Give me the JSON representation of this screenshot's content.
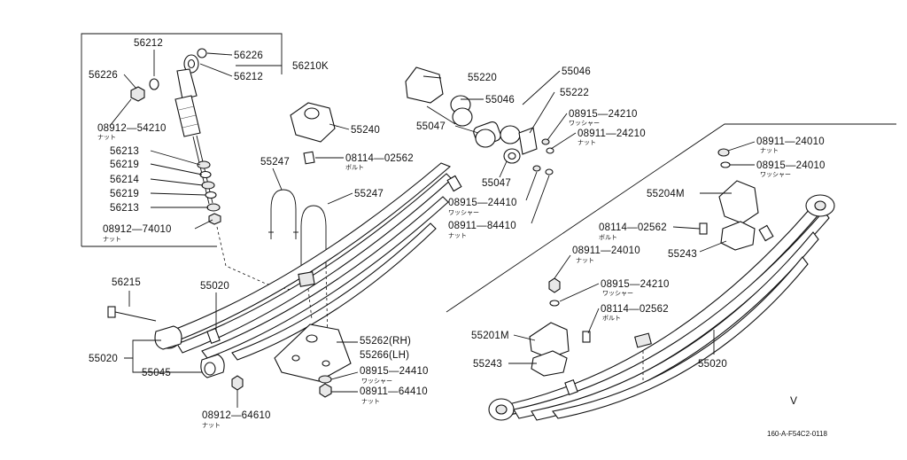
{
  "labels": {
    "c56212": "56212",
    "c56226a": "56226",
    "c56226b": "56226",
    "c56212b": "56212",
    "c56210k": "56210K",
    "c54210": "08912—54210",
    "c54210_sub": "ナット",
    "c56213a": "56213",
    "c56219a": "56219",
    "c56214": "56214",
    "c56219b": "56219",
    "c56213b": "56213",
    "c74010": "08912—74010",
    "c74010_sub": "ナット",
    "c55240": "55240",
    "c55247a": "55247",
    "c55247b": "55247",
    "c02562a": "08114—02562",
    "c02562a_sub": "ボルト",
    "c55220": "55220",
    "c55046a": "55046",
    "c55046b": "55046",
    "c55047a": "55047",
    "c55222": "55222",
    "c24210a": "08915—24210",
    "c24210a_sub": "ワッシャー",
    "c24210b": "08911—24210",
    "c24210b_sub": "ナット",
    "c55047b": "55047",
    "c24410a": "08915—24410",
    "c24410a_sub": "ワッシャー",
    "c84410a": "08911—84410",
    "c84410a_sub": "ナット",
    "c24010a": "08911—24010",
    "c24010a_sub": "ナット",
    "c24010b": "08915—24010",
    "c24010b_sub": "ワッシャー",
    "c55204m": "55204M",
    "c02562b": "08114—02562",
    "c02562b_sub": "ボルト",
    "c55243a": "55243",
    "c24010c": "08911—24010",
    "c24010c_sub": "ナット",
    "c24210c": "08915—24210",
    "c24210c_sub": "ワッシャー",
    "c02562c": "08114—02562",
    "c02562c_sub": "ボルト",
    "c55201m": "55201M",
    "c55243b": "55243",
    "c55020c": "55020",
    "c56215": "56215",
    "c55020a": "55020",
    "c55020b": "55020",
    "c55045": "55045",
    "c64610": "08912—64610",
    "c64610_sub": "ナット",
    "c55262": "55262(RH)",
    "c55266": "55266(LH)",
    "c24410b": "08915—24410",
    "c24410b_sub": "ワッシャー",
    "c64410": "08911—64410",
    "c64410_sub": "ナット",
    "view": "V",
    "code": "160-A-F54C2-0118"
  }
}
